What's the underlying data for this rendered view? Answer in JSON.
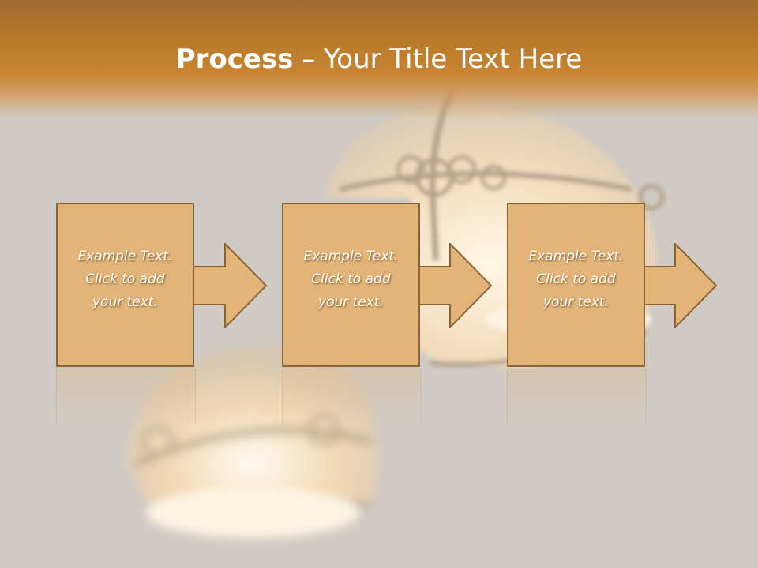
{
  "slide": {
    "title_bold": "Process",
    "title_rest": " – Your Title Text Here"
  },
  "steps": [
    {
      "line1": "Example Text.",
      "line2": "Click  to add",
      "line3": "your text."
    },
    {
      "line1": "Example Text.",
      "line2": "Click  to add",
      "line3": "your text."
    },
    {
      "line1": "Example Text.",
      "line2": "Click  to add",
      "line3": "your text."
    }
  ],
  "colors": {
    "title_band": "#c88430",
    "box_fill": "#e3b477",
    "box_border": "#8a6436",
    "background": "#cfcac4"
  },
  "icons": [
    "lamp-background-image",
    "arrow-right-icon"
  ]
}
